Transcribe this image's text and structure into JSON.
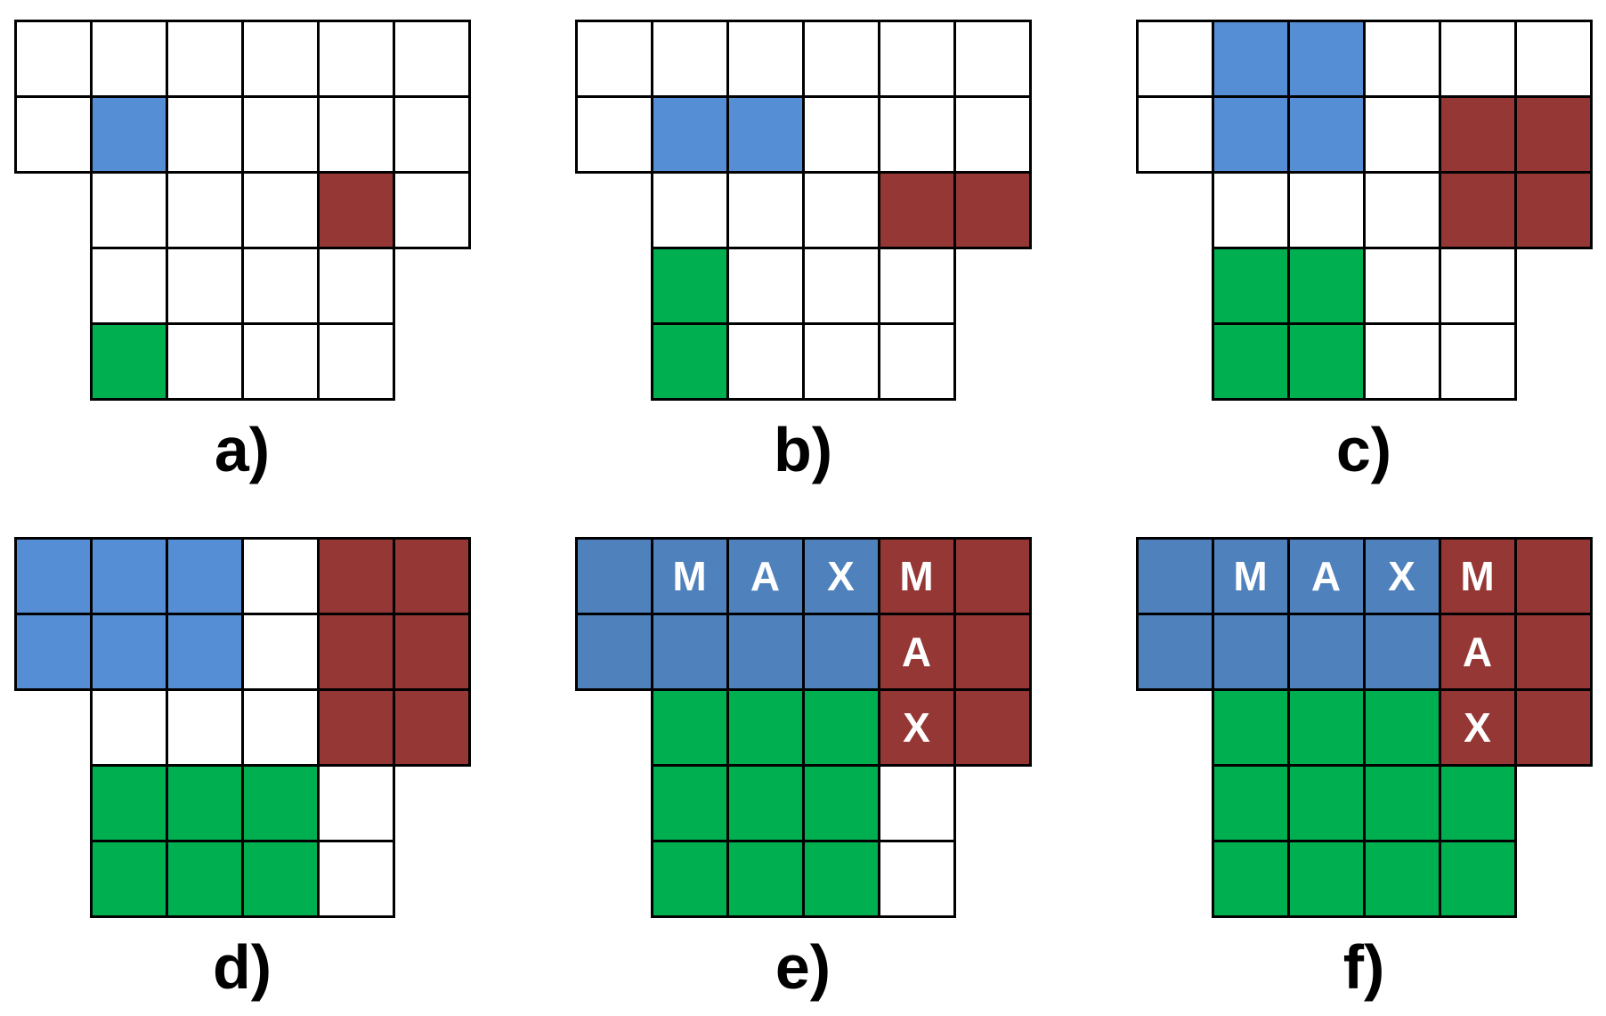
{
  "colors": {
    "W": "#ffffff",
    "B": "#558ed5",
    "b": "#4f81bd",
    "R": "#953735",
    "G": "#00b050",
    "line": "#000000"
  },
  "panels": [
    {
      "label": "a)",
      "rows": [
        [
          "W",
          "W",
          "W",
          "W",
          "W",
          "W"
        ],
        [
          "W",
          "B",
          "W",
          "W",
          "W",
          "W"
        ],
        [
          null,
          "W",
          "W",
          "W",
          "R",
          "W"
        ],
        [
          null,
          "W",
          "W",
          "W",
          "W",
          null
        ],
        [
          null,
          "G",
          "W",
          "W",
          "W",
          null
        ]
      ],
      "letters": {}
    },
    {
      "label": "b)",
      "rows": [
        [
          "W",
          "W",
          "W",
          "W",
          "W",
          "W"
        ],
        [
          "W",
          "B",
          "B",
          "W",
          "W",
          "W"
        ],
        [
          null,
          "W",
          "W",
          "W",
          "R",
          "R"
        ],
        [
          null,
          "G",
          "W",
          "W",
          "W",
          null
        ],
        [
          null,
          "G",
          "W",
          "W",
          "W",
          null
        ]
      ],
      "letters": {}
    },
    {
      "label": "c)",
      "rows": [
        [
          "W",
          "B",
          "B",
          "W",
          "W",
          "W"
        ],
        [
          "W",
          "B",
          "B",
          "W",
          "R",
          "R"
        ],
        [
          null,
          "W",
          "W",
          "W",
          "R",
          "R"
        ],
        [
          null,
          "G",
          "G",
          "W",
          "W",
          null
        ],
        [
          null,
          "G",
          "G",
          "W",
          "W",
          null
        ]
      ],
      "letters": {}
    },
    {
      "label": "d)",
      "rows": [
        [
          "B",
          "B",
          "B",
          "W",
          "R",
          "R"
        ],
        [
          "B",
          "B",
          "B",
          "W",
          "R",
          "R"
        ],
        [
          null,
          "W",
          "W",
          "W",
          "R",
          "R"
        ],
        [
          null,
          "G",
          "G",
          "G",
          "W",
          null
        ],
        [
          null,
          "G",
          "G",
          "G",
          "W",
          null
        ]
      ],
      "letters": {}
    },
    {
      "label": "e)",
      "rows": [
        [
          "b",
          "b",
          "b",
          "b",
          "R",
          "R"
        ],
        [
          "b",
          "b",
          "b",
          "b",
          "R",
          "R"
        ],
        [
          null,
          "G",
          "G",
          "G",
          "R",
          "R"
        ],
        [
          null,
          "G",
          "G",
          "G",
          "W",
          null
        ],
        [
          null,
          "G",
          "G",
          "G",
          "W",
          null
        ]
      ],
      "letters": {
        "0-1": "M",
        "0-2": "A",
        "0-3": "X",
        "0-4": "M",
        "1-4": "A",
        "2-4": "X"
      }
    },
    {
      "label": "f)",
      "rows": [
        [
          "b",
          "b",
          "b",
          "b",
          "R",
          "R"
        ],
        [
          "b",
          "b",
          "b",
          "b",
          "R",
          "R"
        ],
        [
          null,
          "G",
          "G",
          "G",
          "R",
          "R"
        ],
        [
          null,
          "G",
          "G",
          "G",
          "G",
          null
        ],
        [
          null,
          "G",
          "G",
          "G",
          "G",
          null
        ]
      ],
      "letters": {
        "0-1": "M",
        "0-2": "A",
        "0-3": "X",
        "0-4": "M",
        "1-4": "A",
        "2-4": "X"
      }
    }
  ]
}
